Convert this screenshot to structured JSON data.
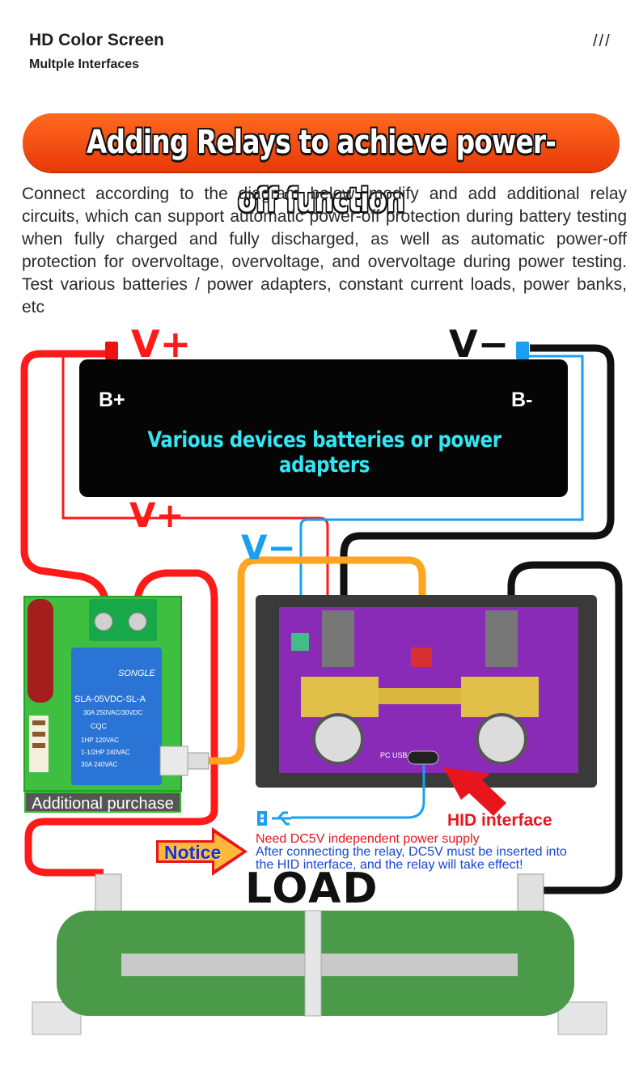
{
  "header": {
    "title": "HD Color Screen",
    "subtitle": "Multple Interfaces",
    "mark": "///"
  },
  "banner": {
    "text": "Adding Relays to achieve power-off function",
    "color": "#ef4a12"
  },
  "description": "Connect according to the diagram below, modify and add additional relay circuits, which can support automatic power-off protection during battery testing when fully charged and fully discharged, as well as automatic power-off protection for overvoltage, overvoltage, and overvoltage during power testing. Test various batteries / power adapters, constant current loads, power banks, etc",
  "battery": {
    "positive": "B+",
    "negative": "B-",
    "caption": "Various devices batteries or power adapters"
  },
  "wire_labels": {
    "v_plus_top": "V+",
    "v_minus_top": "V−",
    "v_plus_mid": "V+",
    "v_minus_mid": "V−"
  },
  "relay": {
    "brand": "SONGLE",
    "model": "SLA-05VDC-SL-A",
    "rating_1": "30A 250VAC/30VDC",
    "rating_2": "1HP 120VAC",
    "rating_3": "1-1/2HP 240VAC",
    "rating_4": "30A 240VAC",
    "cert": "CQC",
    "caption": "Additional purchase"
  },
  "meter": {
    "usb_label": "PC USB"
  },
  "hid": {
    "label": "HID interface",
    "note_1": "Need DC5V independent power supply",
    "note_2": "After connecting the relay, DC5V must be inserted into",
    "note_3": "the HID interface, and the relay will take effect!",
    "notice": "Notice"
  },
  "load": {
    "label": "LOAD"
  },
  "colors": {
    "red_wire": "#ff1a1a",
    "black_wire": "#111111",
    "blue_wire": "#1aa0f0",
    "orange_wire": "#ffa51f",
    "battery_caption": "#33e6f2",
    "pcb": "#8a2bb8",
    "relay_board": "#3fbf3f"
  },
  "icons": [
    "usb-icon",
    "arrow-icon",
    "notice-arrow-icon",
    "terminal-icon"
  ]
}
